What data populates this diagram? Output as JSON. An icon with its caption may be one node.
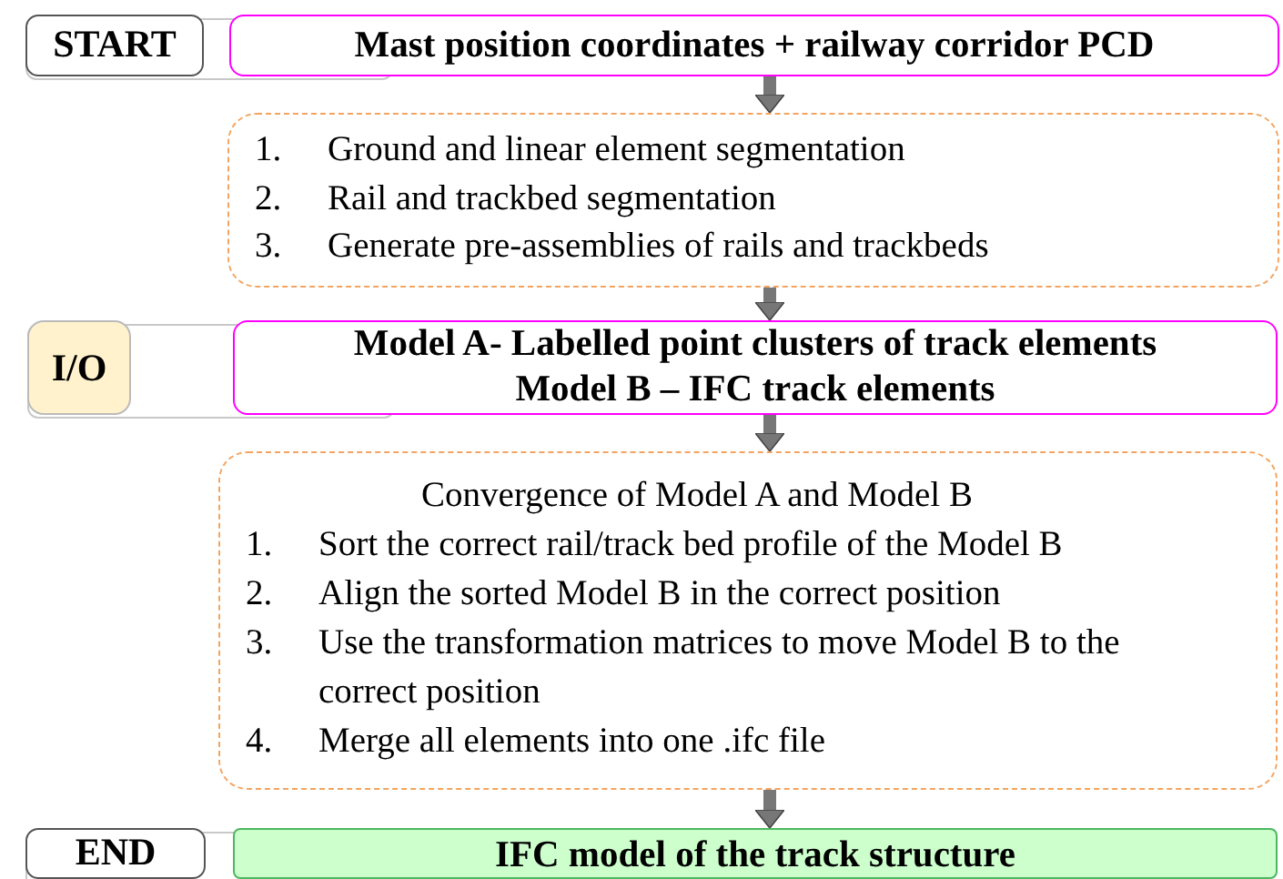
{
  "diagram": {
    "nodes": [
      {
        "text": [
          "START"
        ]
      },
      {
        "text": [
          "Mast position coordinates + railway corridor PCD"
        ]
      },
      {
        "text": [
          "1. Ground and linear element segmentation",
          "2. Rail and trackbed segmentation",
          "3. Generate pre-assemblies of rails and trackbeds"
        ]
      },
      {
        "text": [
          "I/O"
        ]
      },
      {
        "text": [
          "Model A- Labelled point clusters of track elements",
          "Model B – IFC track elements"
        ]
      },
      {
        "text": [
          "Convergence of Model A and Model B",
          "1. Sort the correct rail/track bed profile of the Model B",
          "2. Align the sorted Model B in the correct position",
          "3. Use the transformation matrices to move Model B to the correct position",
          "4. Merge all elements into one .ifc file"
        ]
      },
      {
        "text": [
          "END"
        ]
      },
      {
        "text": [
          "IFC model of the track structure"
        ]
      }
    ],
    "edges": [
      {
        "from": 1,
        "to": 2,
        "arrow": "to"
      },
      {
        "from": 2,
        "to": 4,
        "arrow": "to"
      },
      {
        "from": 4,
        "to": 5,
        "arrow": "to"
      },
      {
        "from": 5,
        "to": 7,
        "arrow": "to"
      }
    ]
  }
}
